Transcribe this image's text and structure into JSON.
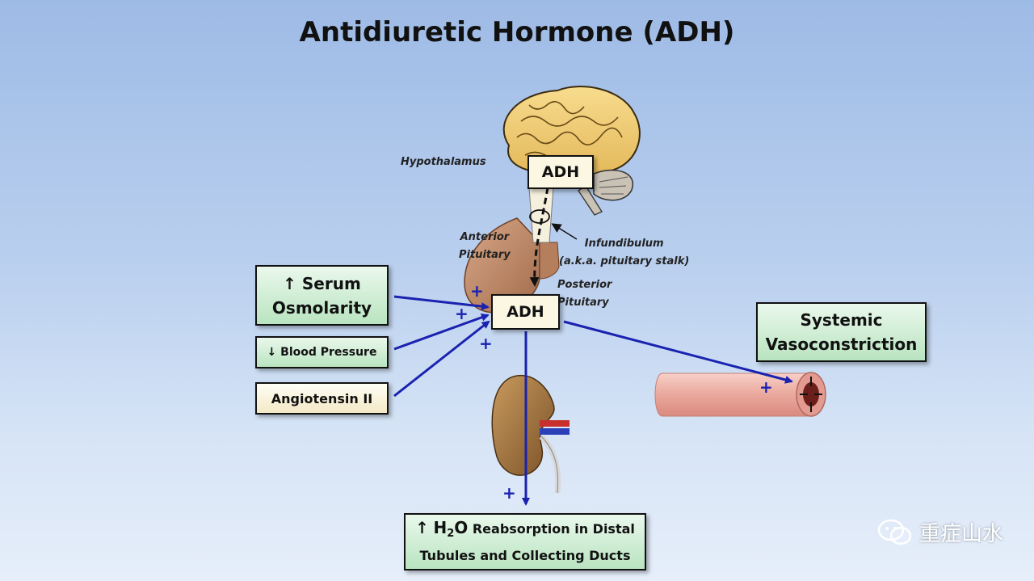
{
  "title": "Antidiuretic Hormone (ADH)",
  "labels": {
    "hypothalamus": "Hypothalamus",
    "anterior_pituitary_1": "Anterior",
    "anterior_pituitary_2": "Pituitary",
    "posterior_pituitary_1": "Posterior",
    "posterior_pituitary_2": "Pituitary",
    "infundibulum_1": "Infundibulum",
    "infundibulum_2": "(a.k.a. pituitary stalk)"
  },
  "adh_boxes": {
    "upper": "ADH",
    "lower": "ADH"
  },
  "stimuli": {
    "serum_arrow": "↑",
    "serum_line1": "Serum",
    "serum_line2": "Osmolarity",
    "bp": "↓ Blood Pressure",
    "angiotensin": "Angiotensin II"
  },
  "effects": {
    "vaso_line1": "Systemic",
    "vaso_line2": "Vasoconstriction",
    "water_arrow": "↑",
    "water_h": "H",
    "water_sub": "2",
    "water_o": "O",
    "water_line1_rest": "Reabsorption in Distal",
    "water_line2": "Tubules and Collecting Ducts"
  },
  "plus_sign": "+",
  "watermark": "重症山水",
  "colors": {
    "arrow": "#1a22b0",
    "box_green": "#b9e4c0",
    "box_cream": "#f3e9c6"
  }
}
